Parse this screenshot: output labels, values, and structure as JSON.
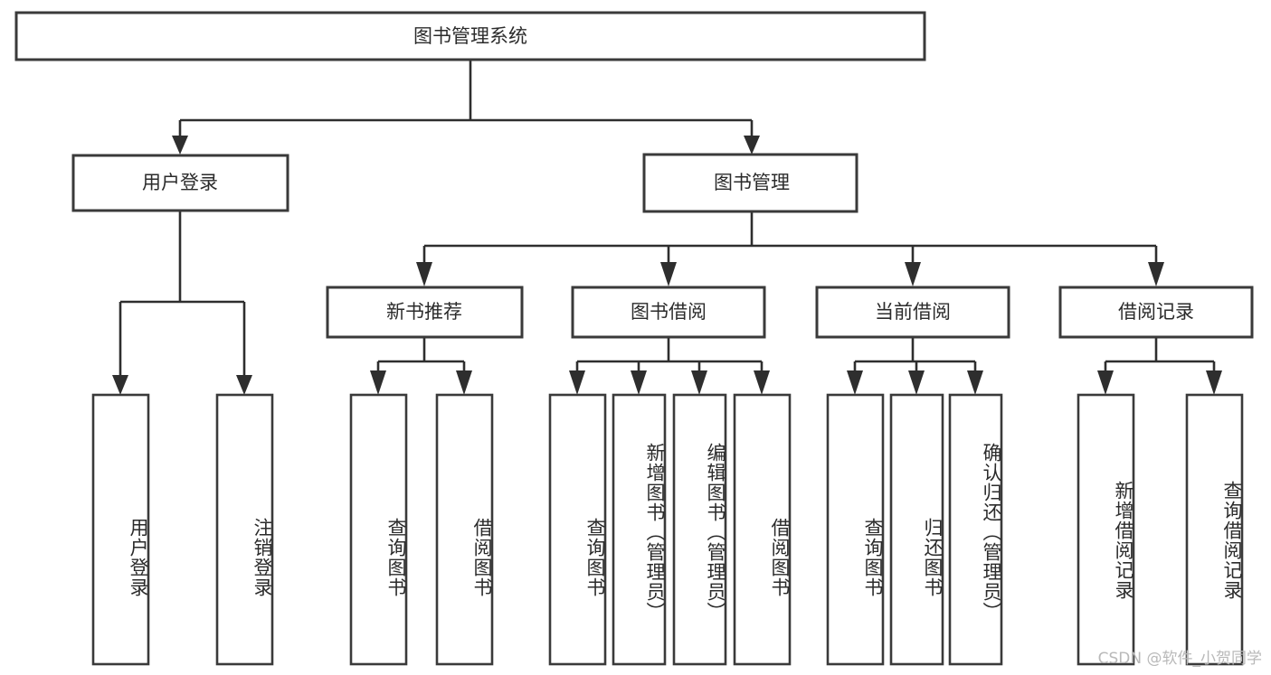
{
  "diagram": {
    "title": "图书管理系统",
    "type": "tree",
    "root": {
      "id": "root",
      "label": "图书管理系统",
      "orientation": "horizontal"
    },
    "level1": [
      {
        "id": "user-login",
        "label": "用户登录",
        "orientation": "horizontal"
      },
      {
        "id": "book-manage",
        "label": "图书管理",
        "orientation": "horizontal"
      }
    ],
    "level2": [
      {
        "id": "new-book-recommend",
        "label": "新书推荐",
        "parent": "book-manage",
        "orientation": "horizontal"
      },
      {
        "id": "book-borrow",
        "label": "图书借阅",
        "parent": "book-manage",
        "orientation": "horizontal"
      },
      {
        "id": "current-borrow",
        "label": "当前借阅",
        "parent": "book-manage",
        "orientation": "horizontal"
      },
      {
        "id": "borrow-record",
        "label": "借阅记录",
        "parent": "book-manage",
        "orientation": "horizontal"
      }
    ],
    "leaves": [
      {
        "id": "leaf-user-login",
        "label": "用户登录",
        "parent": "user-login",
        "orientation": "vertical"
      },
      {
        "id": "leaf-logout-login",
        "label": "注销登录",
        "parent": "user-login",
        "orientation": "vertical"
      },
      {
        "id": "leaf-query-book-1",
        "label": "查询图书",
        "parent": "new-book-recommend",
        "orientation": "vertical"
      },
      {
        "id": "leaf-borrow-book-1",
        "label": "借阅图书",
        "parent": "new-book-recommend",
        "orientation": "vertical"
      },
      {
        "id": "leaf-query-book-2",
        "label": "查询图书",
        "parent": "book-borrow",
        "orientation": "vertical"
      },
      {
        "id": "leaf-add-book",
        "label": "新增图书（管理员）",
        "parent": "book-borrow",
        "orientation": "vertical"
      },
      {
        "id": "leaf-edit-book",
        "label": "编辑图书（管理员）",
        "parent": "book-borrow",
        "orientation": "vertical"
      },
      {
        "id": "leaf-borrow-book-2",
        "label": "借阅图书",
        "parent": "book-borrow",
        "orientation": "vertical"
      },
      {
        "id": "leaf-query-book-3",
        "label": "查询图书",
        "parent": "current-borrow",
        "orientation": "vertical"
      },
      {
        "id": "leaf-return-book",
        "label": "归还图书",
        "parent": "current-borrow",
        "orientation": "vertical"
      },
      {
        "id": "leaf-confirm-return",
        "label": "确认归还（管理员）",
        "parent": "current-borrow",
        "orientation": "vertical"
      },
      {
        "id": "leaf-add-record",
        "label": "新增借阅记录",
        "parent": "borrow-record",
        "orientation": "vertical"
      },
      {
        "id": "leaf-query-record",
        "label": "查询借阅记录",
        "parent": "borrow-record",
        "orientation": "vertical"
      }
    ],
    "colors": {
      "box_stroke": "#3a3a3a",
      "connector": "#2e2e2e",
      "text": "#2b2b2b",
      "background": "#ffffff",
      "watermark": "#b9b9b9"
    }
  },
  "watermark": {
    "text": "CSDN @软件_小贺同学"
  }
}
